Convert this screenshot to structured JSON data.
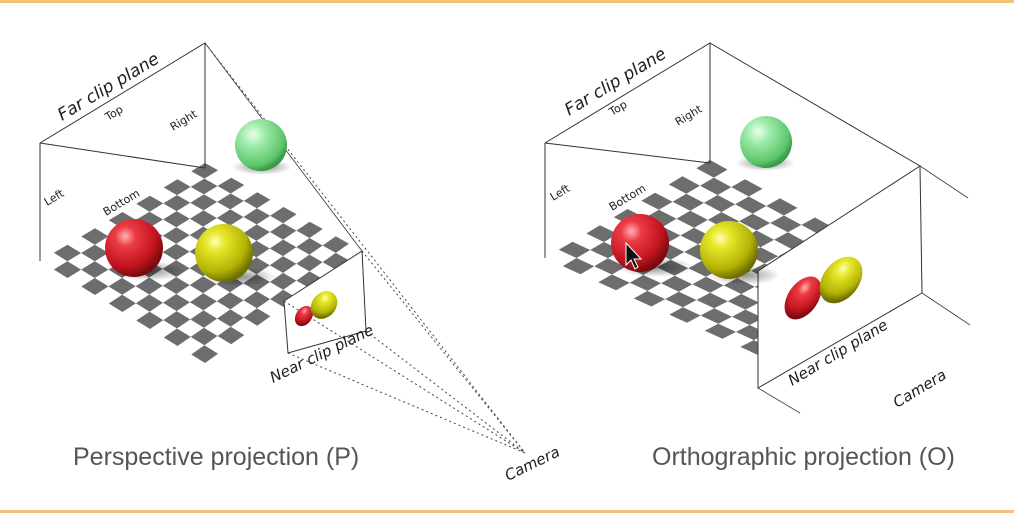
{
  "perspective": {
    "caption": "Perspective projection (P)",
    "far_clip": "Far clip plane",
    "near_clip": "Near clip plane",
    "top": "Top",
    "bottom": "Bottom",
    "left": "Left",
    "right": "Right",
    "camera": "Camera"
  },
  "orthographic": {
    "caption": "Orthographic projection (O)",
    "far_clip": "Far clip plane",
    "near_clip": "Near clip plane",
    "top": "Top",
    "bottom": "Bottom",
    "left": "Left",
    "right": "Right",
    "camera": "Camera"
  },
  "colors": {
    "red_sphere": "#d11f2a",
    "yellow_sphere": "#c9c90e",
    "green_sphere": "#7fe08e",
    "checker_dark": "#6d6d6d",
    "checker_light": "#ffffff",
    "frame_border": "#f0c27a"
  }
}
